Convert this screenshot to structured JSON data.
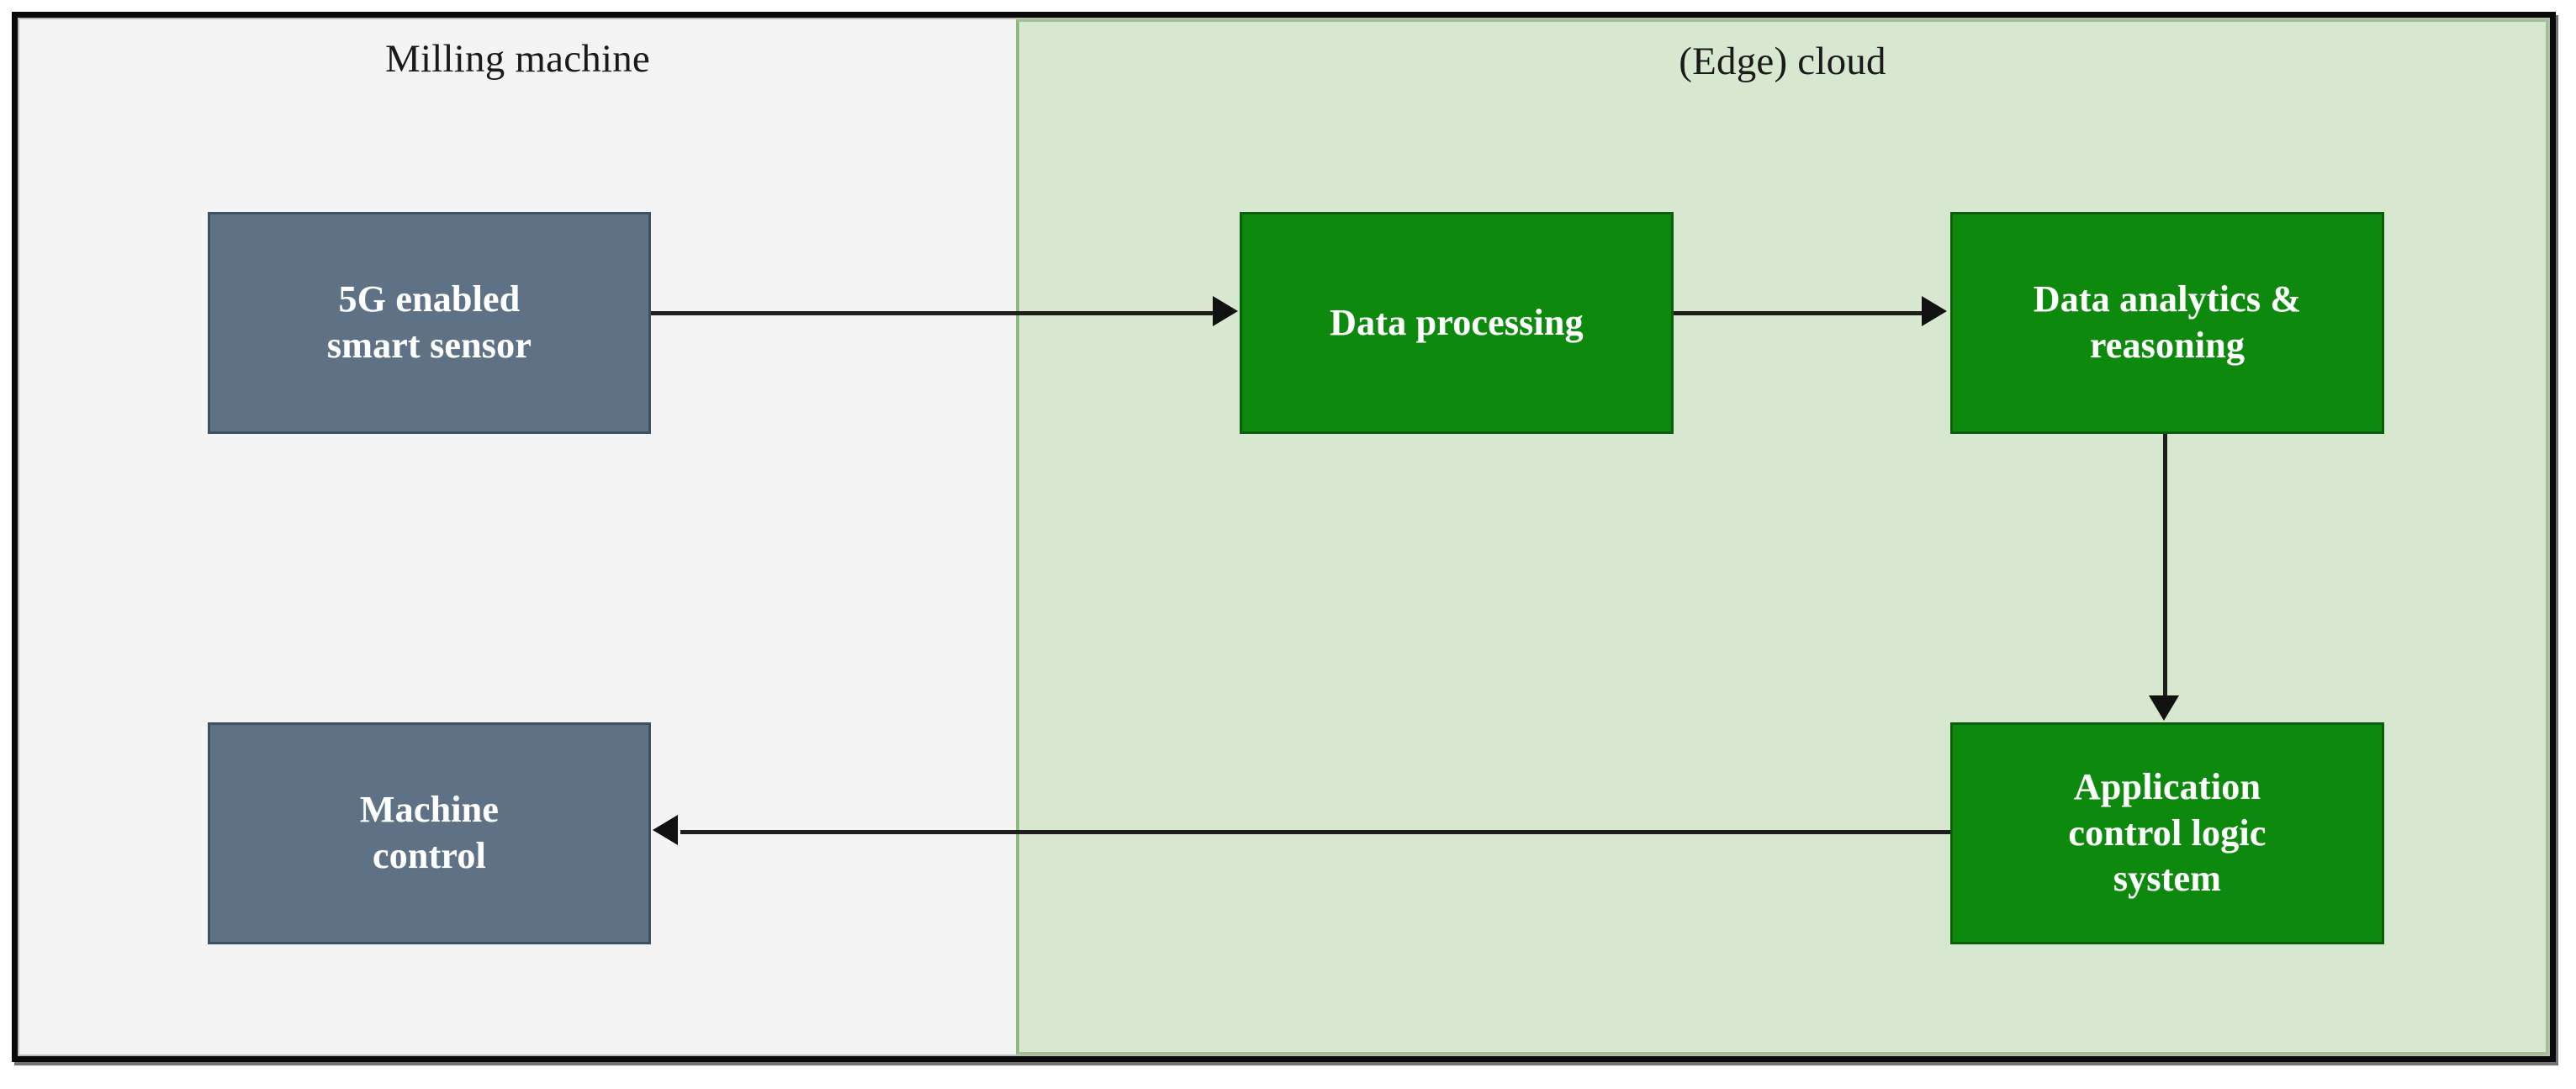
{
  "figure": {
    "type": "block-diagram",
    "panels": [
      {
        "id": "milling-machine",
        "title": "Milling machine",
        "background_color": "#f4f4f4"
      },
      {
        "id": "edge-cloud",
        "title": "(Edge) cloud",
        "background_color": "#d7e7d0"
      }
    ],
    "colors": {
      "slate_node_fill": "#5f7285",
      "slate_node_border": "#3e5162",
      "green_node_fill": "#0d8a0d",
      "green_node_border": "#0a5f0a",
      "panel_divider": "#8cba7e",
      "outer_frame": "#0a0a0a",
      "connector": "#1e1e1e",
      "node_text": "#ffffff",
      "panel_title_text": "#1a1a1a"
    },
    "nodes": [
      {
        "id": "sensor",
        "label": "5G enabled\nsmart sensor",
        "panel": "milling-machine",
        "style": "slate"
      },
      {
        "id": "machine",
        "label": "Machine\ncontrol",
        "panel": "milling-machine",
        "style": "slate"
      },
      {
        "id": "dataproc",
        "label": "Data processing",
        "panel": "edge-cloud",
        "style": "green"
      },
      {
        "id": "analytics",
        "label": "Data analytics &\nreasoning",
        "panel": "edge-cloud",
        "style": "green"
      },
      {
        "id": "applogic",
        "label": "Application\ncontrol logic\nsystem",
        "panel": "edge-cloud",
        "style": "green"
      }
    ],
    "edges": [
      {
        "id": "sensor-to-dataproc",
        "from": "sensor",
        "to": "dataproc",
        "direction": "right"
      },
      {
        "id": "dataproc-to-analytics",
        "from": "dataproc",
        "to": "analytics",
        "direction": "right"
      },
      {
        "id": "analytics-to-applogic",
        "from": "analytics",
        "to": "applogic",
        "direction": "down"
      },
      {
        "id": "applogic-to-machine",
        "from": "applogic",
        "to": "machine",
        "direction": "left"
      }
    ]
  }
}
